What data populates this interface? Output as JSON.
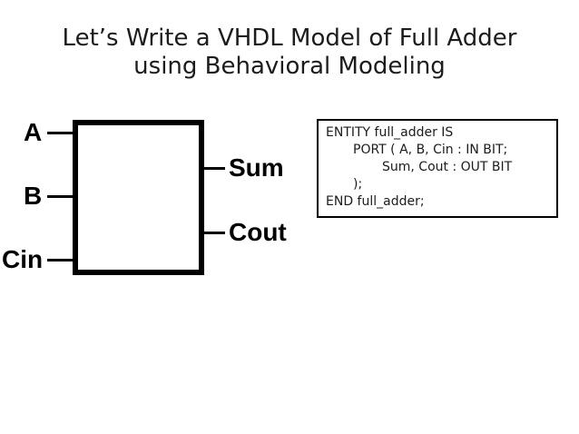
{
  "slide_title": {
    "line1": "Let’s Write a VHDL Model of Full Adder",
    "line2": "using Behavioral Modeling"
  },
  "diagram": {
    "inputs": [
      "A",
      "B",
      "Cin"
    ],
    "outputs": [
      "Sum",
      "Cout"
    ]
  },
  "code_box": {
    "lines": [
      "ENTITY full_adder IS",
      "PORT ( A, B, Cin : IN BIT;",
      "Sum, Cout : OUT BIT",
      ");",
      "END full_adder;"
    ]
  },
  "colors": {
    "background": "#ffffff",
    "title_text": "#1c1c1c",
    "diagram_ink": "#000000"
  }
}
